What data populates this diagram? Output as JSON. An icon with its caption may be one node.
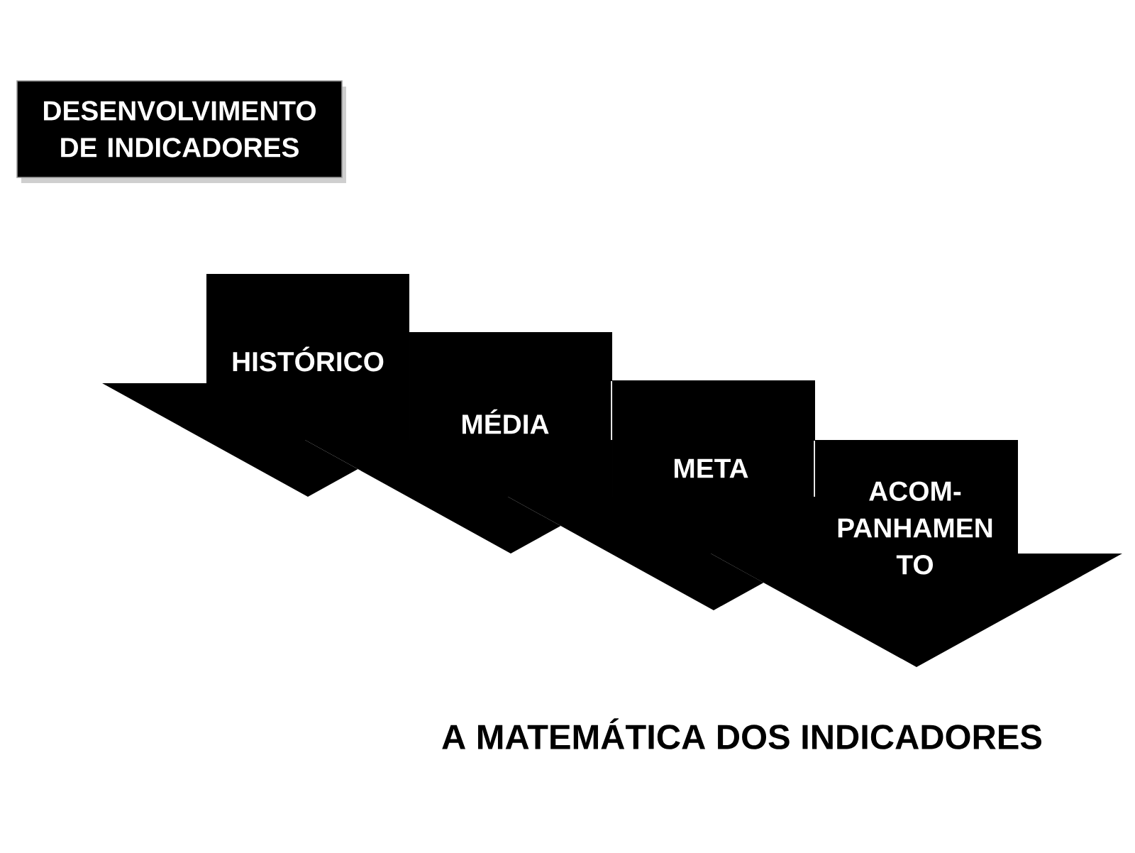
{
  "diagram": {
    "caption": "A MATEMÁTICA DOS INDICADORES",
    "nodes": [
      {
        "text": [
          "DESENVOLVIMENTO DE INDICADORES"
        ]
      },
      {
        "text": [
          "HISTÓRICO"
        ]
      },
      {
        "text": [
          "MÉDIA"
        ]
      },
      {
        "text": [
          "META"
        ]
      },
      {
        "text": [
          "ACOM- PANHAMEN TO"
        ]
      }
    ]
  }
}
